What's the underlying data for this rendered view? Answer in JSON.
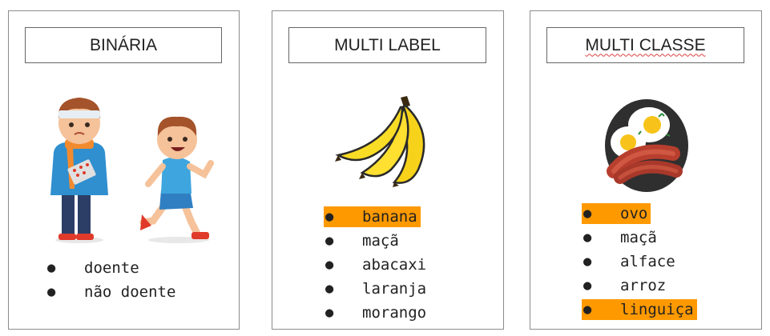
{
  "panels": [
    {
      "id": "binaria",
      "title": "BINÁRIA",
      "items": [
        {
          "label": "doente",
          "highlighted": false
        },
        {
          "label": "não doente",
          "highlighted": false
        }
      ],
      "illustration": "sick-kid-and-running-kid-icon"
    },
    {
      "id": "multi-label",
      "title": "MULTI LABEL",
      "items": [
        {
          "label": "banana",
          "highlighted": true
        },
        {
          "label": "maçã",
          "highlighted": false
        },
        {
          "label": "abacaxi",
          "highlighted": false
        },
        {
          "label": "laranja",
          "highlighted": false
        },
        {
          "label": "morango",
          "highlighted": false
        }
      ],
      "illustration": "banana-bunch-icon"
    },
    {
      "id": "multi-classe",
      "title": "MULTI CLASSE",
      "items": [
        {
          "label": "ovo",
          "highlighted": true
        },
        {
          "label": "maçã",
          "highlighted": false
        },
        {
          "label": "alface",
          "highlighted": false
        },
        {
          "label": "arroz",
          "highlighted": false
        },
        {
          "label": "linguiça",
          "highlighted": true
        }
      ],
      "illustration": "eggs-and-sausage-plate-icon"
    }
  ],
  "colors": {
    "highlight": "#ff9900",
    "border": "#8c8c8c",
    "spellcheck_underline": "#e04040"
  }
}
